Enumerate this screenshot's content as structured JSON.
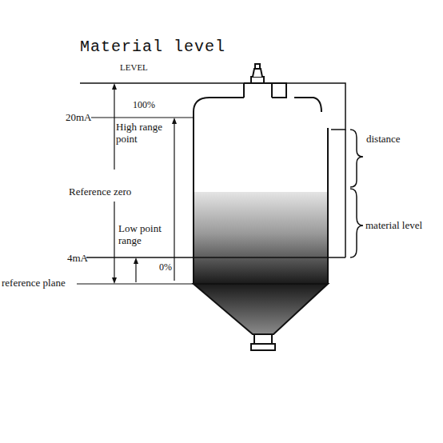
{
  "diagram": {
    "title": "Material level",
    "labels": [
      "LEVEL",
      "20mA",
      "100%",
      "High range point",
      "Reference zero",
      "Low point range",
      "4mA",
      "0%",
      "reference plane",
      "distance",
      "material level"
    ]
  }
}
